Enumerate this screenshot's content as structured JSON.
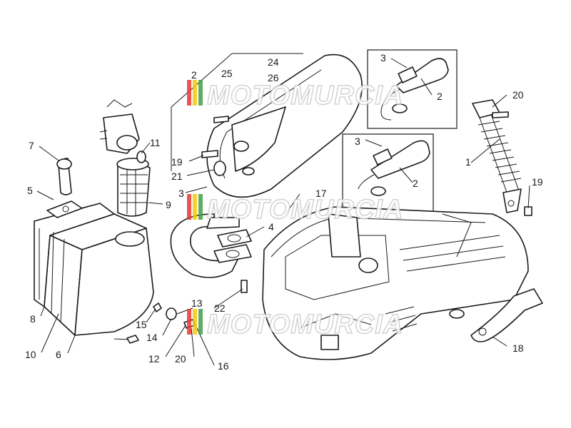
{
  "diagram": {
    "callouts": [
      "1",
      "2",
      "3",
      "4",
      "5",
      "6",
      "7",
      "8",
      "9",
      "10",
      "11",
      "12",
      "13",
      "14",
      "15",
      "16",
      "17",
      "18",
      "19",
      "20",
      "21",
      "22",
      "24",
      "25",
      "26"
    ],
    "labels": [
      {
        "text": "2"
      },
      {
        "text": "25"
      },
      {
        "text": "24"
      },
      {
        "text": "26"
      },
      {
        "text": "3"
      },
      {
        "text": "2"
      },
      {
        "text": "20"
      },
      {
        "text": "3"
      },
      {
        "text": "2"
      },
      {
        "text": "1"
      },
      {
        "text": "19"
      },
      {
        "text": "7"
      },
      {
        "text": "11"
      },
      {
        "text": "19"
      },
      {
        "text": "21"
      },
      {
        "text": "5"
      },
      {
        "text": "3"
      },
      {
        "text": "17"
      },
      {
        "text": "9"
      },
      {
        "text": "4"
      },
      {
        "text": "15"
      },
      {
        "text": "13"
      },
      {
        "text": "22"
      },
      {
        "text": "14"
      },
      {
        "text": "8"
      },
      {
        "text": "10"
      },
      {
        "text": "6"
      },
      {
        "text": "12"
      },
      {
        "text": "20"
      },
      {
        "text": "16"
      },
      {
        "text": "18"
      }
    ]
  },
  "watermark": {
    "text": "MOTOMURCIA",
    "colors": {
      "red": "#e53935",
      "yellow": "#f9c80e",
      "green": "#43a047",
      "gray": "#cccccc"
    }
  },
  "colors": {
    "line": "#1a1a1a",
    "background": "#ffffff"
  }
}
